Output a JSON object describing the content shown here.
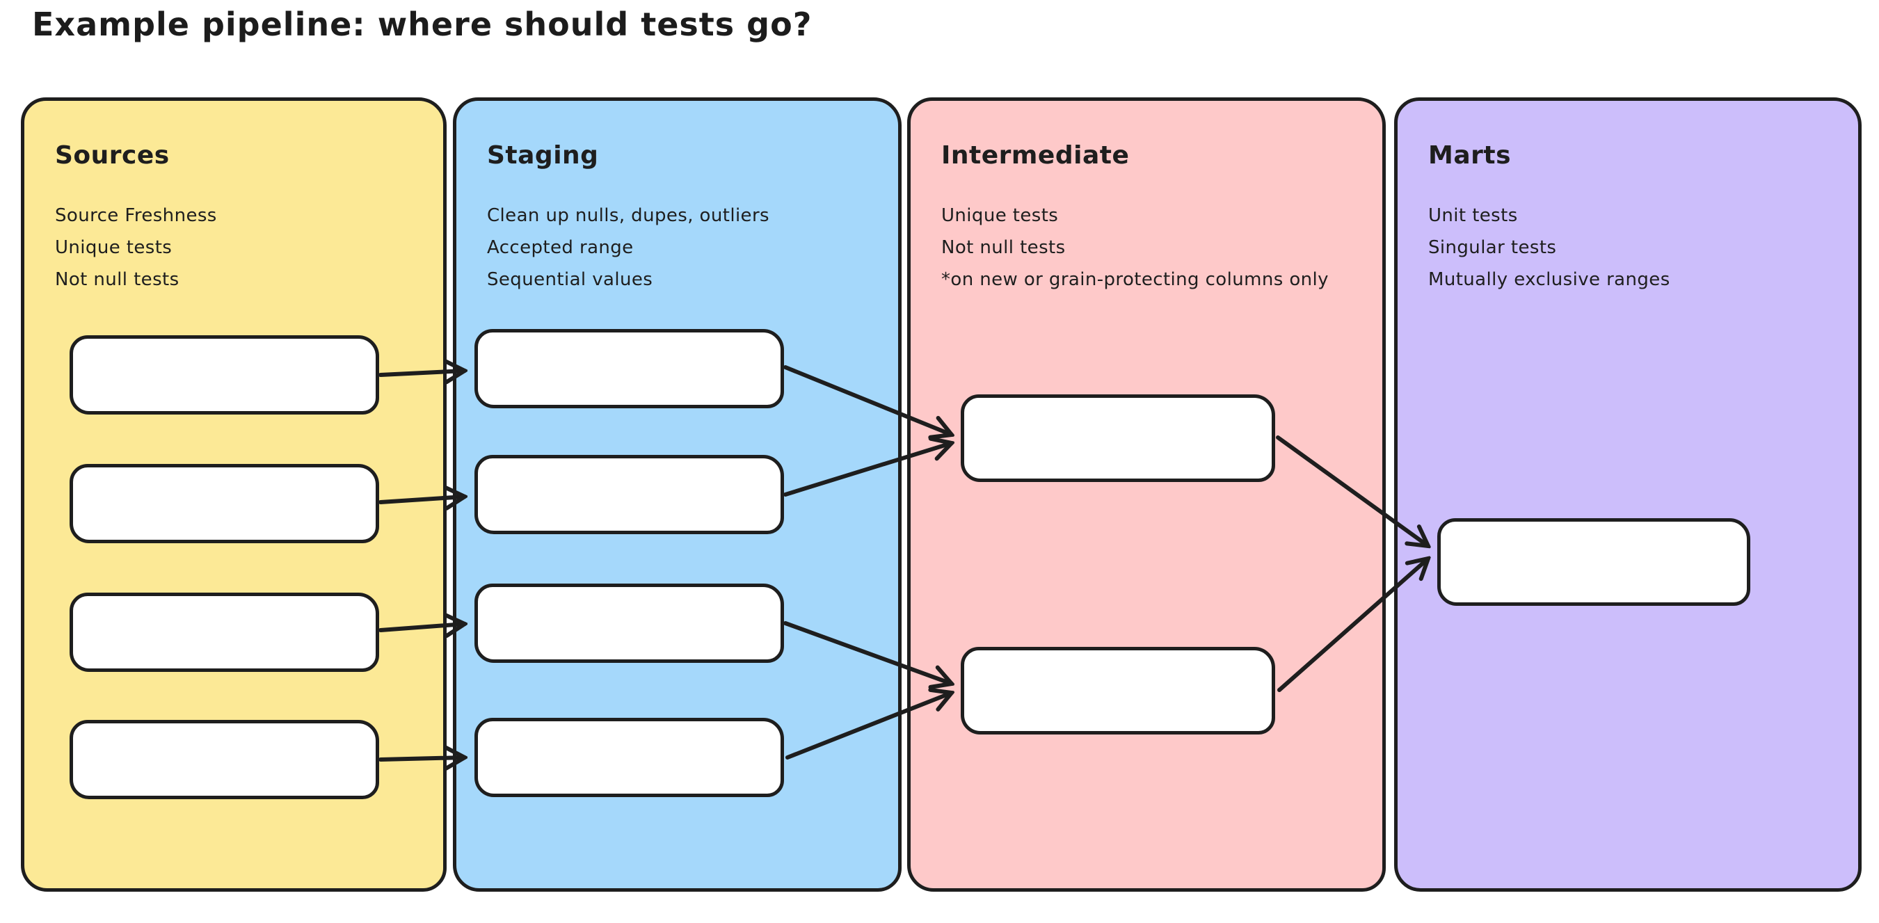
{
  "title": "Example pipeline: where should tests go?",
  "colors": {
    "background": "#ffffff",
    "stroke": "#1e1e1e",
    "node_fill": "#ffffff",
    "sources_fill": "#fce996",
    "staging_fill": "#a5d8fb",
    "intermediate_fill": "#fec9c9",
    "marts_fill": "#ccbefb"
  },
  "columns": [
    {
      "id": "sources",
      "label": "Sources",
      "fill": "#fce996",
      "items": [
        "Source Freshness",
        "Unique tests",
        "Not null tests"
      ],
      "node_count": 4
    },
    {
      "id": "staging",
      "label": "Staging",
      "fill": "#a5d8fb",
      "items": [
        "Clean up nulls, dupes, outliers",
        "Accepted range",
        "Sequential values"
      ],
      "node_count": 4
    },
    {
      "id": "intermediate",
      "label": "Intermediate",
      "fill": "#fec9c9",
      "items": [
        "Unique tests",
        "Not null tests",
        "*on new or grain-protecting columns only"
      ],
      "node_count": 2
    },
    {
      "id": "marts",
      "label": "Marts",
      "fill": "#ccbefb",
      "items": [
        "Unit tests",
        "Singular tests",
        "Mutually exclusive ranges"
      ],
      "node_count": 1
    }
  ],
  "edges": [
    {
      "from": "source-1",
      "to": "staging-1"
    },
    {
      "from": "source-2",
      "to": "staging-2"
    },
    {
      "from": "source-3",
      "to": "staging-3"
    },
    {
      "from": "source-4",
      "to": "staging-4"
    },
    {
      "from": "staging-1",
      "to": "intermediate-1"
    },
    {
      "from": "staging-2",
      "to": "intermediate-1"
    },
    {
      "from": "staging-3",
      "to": "intermediate-2"
    },
    {
      "from": "staging-4",
      "to": "intermediate-2"
    },
    {
      "from": "intermediate-1",
      "to": "marts-1"
    },
    {
      "from": "intermediate-2",
      "to": "marts-1"
    }
  ]
}
